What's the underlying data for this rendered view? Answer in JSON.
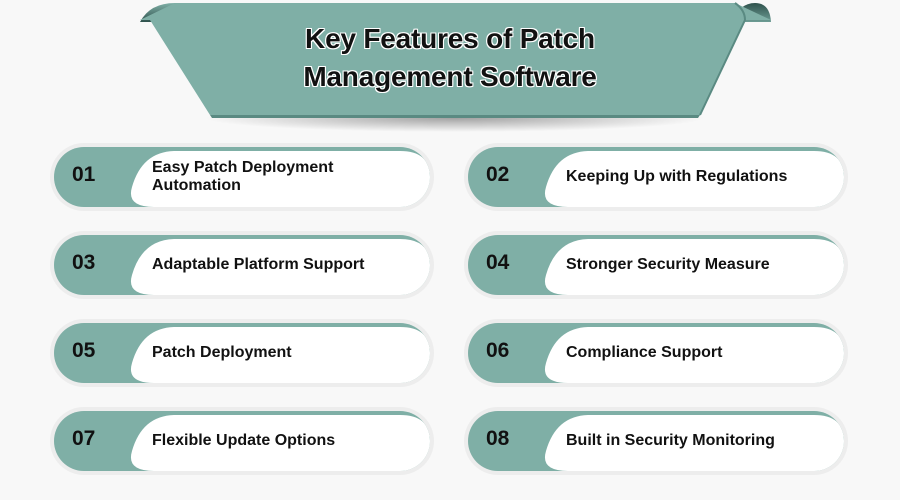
{
  "header": {
    "title_line1": "Key Features of Patch",
    "title_line2": "Management Software"
  },
  "colors": {
    "accent": "#7fafa6",
    "accent_dark": "#3f6b65",
    "background": "#f8f8f8",
    "text": "#111111"
  },
  "features": [
    {
      "number": "01",
      "label": "Easy Patch Deployment Automation"
    },
    {
      "number": "02",
      "label": "Keeping Up with Regulations"
    },
    {
      "number": "03",
      "label": "Adaptable Platform Support"
    },
    {
      "number": "04",
      "label": "Stronger Security Measure"
    },
    {
      "number": "05",
      "label": "Patch Deployment"
    },
    {
      "number": "06",
      "label": "Compliance Support"
    },
    {
      "number": "07",
      "label": "Flexible Update Options"
    },
    {
      "number": "08",
      "label": "Built in Security Monitoring"
    }
  ]
}
